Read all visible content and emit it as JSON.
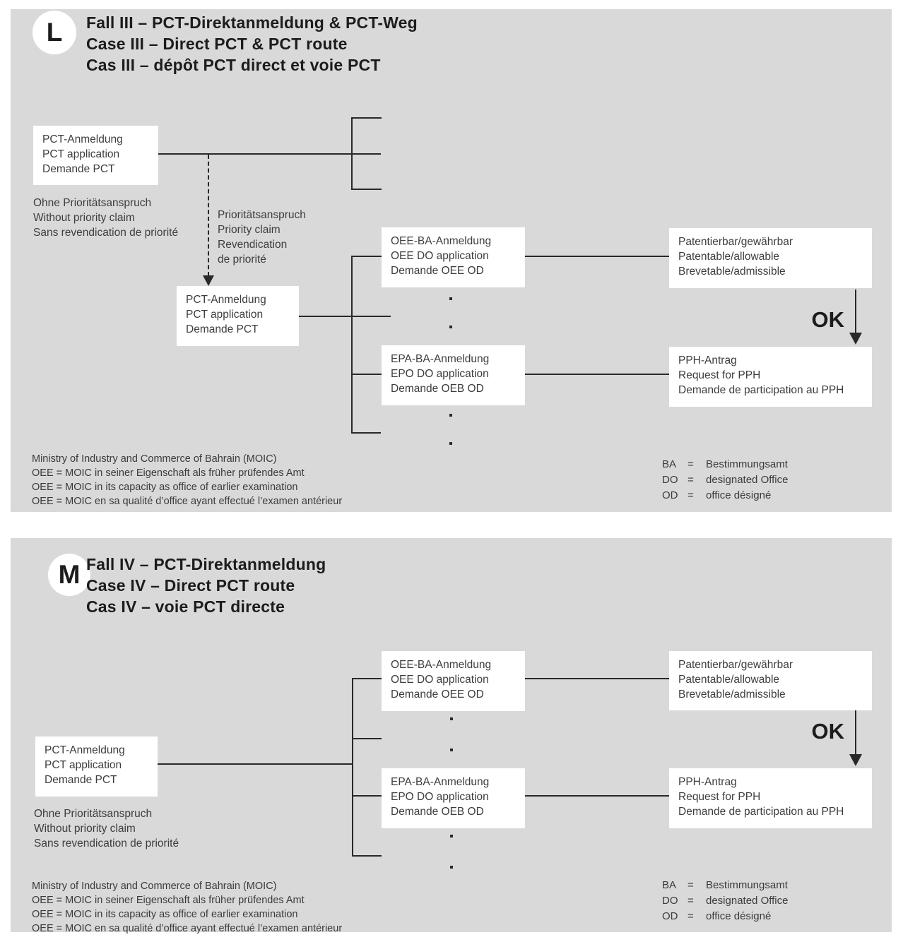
{
  "colors": {
    "panel_bg": "#d9d9d9",
    "line": "#2b2829",
    "box_bg": "#ffffff",
    "body_text": "#3d3d3f",
    "title_text": "#1c1c1c"
  },
  "panel_l": {
    "badge": "L",
    "title": [
      "Fall III – PCT-Direktanmeldung & PCT-Weg",
      "Case III – Direct PCT & PCT route",
      "Cas III – dépôt PCT direct et voie PCT"
    ],
    "pct_box_top": [
      "PCT-Anmeldung",
      "PCT application",
      "Demande PCT"
    ],
    "without_priority": [
      "Ohne Prioritätsanspruch",
      "Without priority claim",
      "Sans revendication de priorité"
    ],
    "priority_claim": [
      "Prioritätsanspruch",
      "Priority claim",
      "Revendication",
      "de priorité"
    ],
    "pct_box_lower": [
      "PCT-Anmeldung",
      "PCT application",
      "Demande PCT"
    ],
    "oee_box": [
      "OEE-BA-Anmeldung",
      "OEE DO application",
      "Demande OEE OD"
    ],
    "epa_box": [
      "EPA-BA-Anmeldung",
      "EPO DO application",
      "Demande OEB OD"
    ],
    "patentable_box": [
      "Patentierbar/gewährbar",
      "Patentable/allowable",
      "Brevetable/admissible"
    ],
    "ok_label": "OK",
    "pph_box": [
      "PPH-Antrag",
      "Request for PPH",
      "Demande de participation au PPH"
    ],
    "footnotes": [
      "Ministry of Industry and Commerce of Bahrain (MOIC)",
      "OEE = MOIC in seiner Eigenschaft als früher prüfendes Amt",
      "OEE = MOIC in its capacity as office of earlier examination",
      "OEE = MOIC en sa qualité d’office ayant effectué l’examen antérieur"
    ],
    "legend": [
      {
        "abbr": "BA",
        "eq": "=",
        "label": "Bestimmungsamt"
      },
      {
        "abbr": "DO",
        "eq": "=",
        "label": "designated Office"
      },
      {
        "abbr": "OD",
        "eq": "=",
        "label": "office désigné"
      }
    ]
  },
  "panel_m": {
    "badge": "M",
    "title": [
      "Fall IV – PCT-Direktanmeldung",
      "Case IV – Direct PCT route",
      "Cas IV – voie PCT directe"
    ],
    "pct_box": [
      "PCT-Anmeldung",
      "PCT application",
      "Demande PCT"
    ],
    "without_priority": [
      "Ohne Prioritätsanspruch",
      "Without priority claim",
      "Sans revendication de priorité"
    ],
    "oee_box": [
      "OEE-BA-Anmeldung",
      "OEE DO application",
      "Demande OEE OD"
    ],
    "epa_box": [
      "EPA-BA-Anmeldung",
      "EPO DO application",
      "Demande OEB OD"
    ],
    "patentable_box": [
      "Patentierbar/gewährbar",
      "Patentable/allowable",
      "Brevetable/admissible"
    ],
    "ok_label": "OK",
    "pph_box": [
      "PPH-Antrag",
      "Request for PPH",
      "Demande de participation au PPH"
    ],
    "footnotes": [
      "Ministry of Industry and Commerce of Bahrain (MOIC)",
      "OEE = MOIC in seiner Eigenschaft als früher prüfendes Amt",
      "OEE = MOIC in its capacity as office of earlier examination",
      "OEE = MOIC en sa qualité d’office ayant effectué l’examen antérieur"
    ],
    "legend": [
      {
        "abbr": "BA",
        "eq": "=",
        "label": "Bestimmungsamt"
      },
      {
        "abbr": "DO",
        "eq": "=",
        "label": "designated Office"
      },
      {
        "abbr": "OD",
        "eq": "=",
        "label": "office désigné"
      }
    ]
  }
}
